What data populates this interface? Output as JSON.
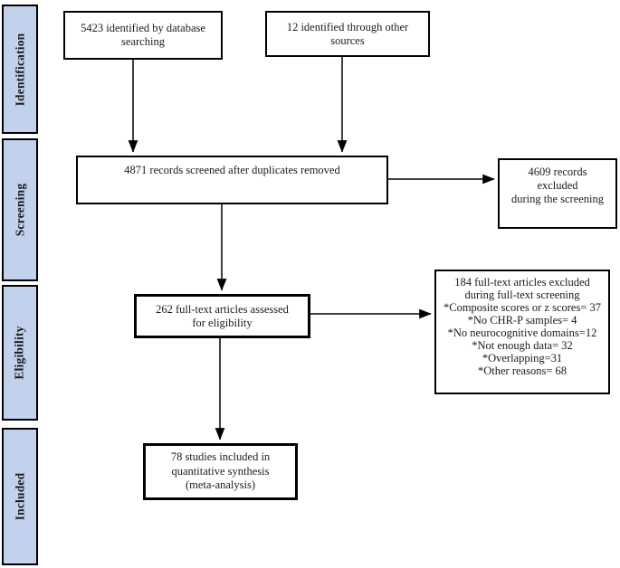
{
  "stages": [
    {
      "label": "Identification"
    },
    {
      "label": "Screening"
    },
    {
      "label": "Eligibility"
    },
    {
      "label": "Included"
    }
  ],
  "boxes": {
    "database": {
      "lines": [
        "5423 identified by database",
        "searching"
      ]
    },
    "other_sources": {
      "lines": [
        "12 identified through other",
        "sources"
      ]
    },
    "screened": {
      "lines": [
        "4871 records screened after duplicates removed"
      ]
    },
    "screen_excluded": {
      "lines": [
        "4609 records",
        "excluded",
        "during the screening"
      ]
    },
    "fulltext_assessed": {
      "lines": [
        "262 full-text articles assessed",
        "for eligibility"
      ]
    },
    "fulltext_excluded": {
      "lines": [
        "184 full-text articles excluded",
        "during full-text screening",
        "*Composite scores or z scores= 37",
        "*No CHR-P samples= 4",
        "*No neurocognitive domains=12",
        "*Not enough data= 32",
        "*Overlapping=31",
        "*Other reasons= 68"
      ]
    },
    "included_synthesis": {
      "lines": [
        "78 studies included in",
        "quantitative synthesis",
        "(meta-analysis)"
      ]
    }
  },
  "colors": {
    "stage_fill": "#c2d1ec",
    "border": "#000000",
    "background": "#ffffff",
    "arrow": "#000000"
  }
}
